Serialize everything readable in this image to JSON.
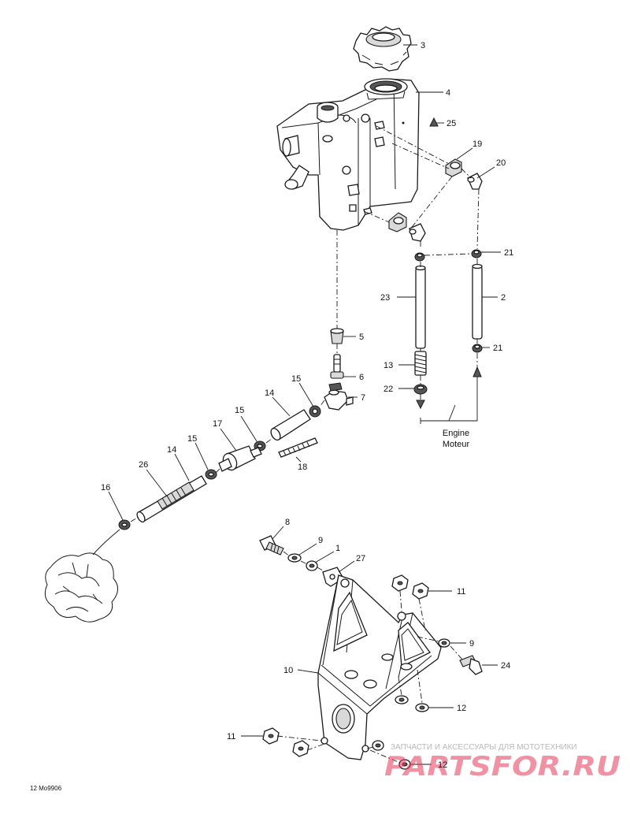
{
  "callouts": {
    "c3": "3",
    "c4": "4",
    "c25": "25",
    "c19": "19",
    "c20": "20",
    "c21a": "21",
    "c23": "23",
    "c2": "2",
    "c21b": "21",
    "c13": "13",
    "c22": "22",
    "c5": "5",
    "c6": "6",
    "c7": "7",
    "c15a": "15",
    "c14a": "14",
    "c15b": "15",
    "c17": "17",
    "c18": "18",
    "c15c": "15",
    "c14b": "14",
    "c26": "26",
    "c16": "16",
    "c8": "8",
    "c9a": "9",
    "c1": "1",
    "c27": "27",
    "c11a": "11",
    "c9b": "9",
    "c24": "24",
    "c10": "10",
    "c12a": "12",
    "c11b": "11",
    "c12b": "12"
  },
  "engine_label": {
    "line1": "Engine",
    "line2": "Moteur"
  },
  "drawing_code": "12 Mo9906",
  "watermark": {
    "text": "ЗАПЧАСТИ И АКСЕССУАРЫ ДЛЯ МОТОТЕХНИКИ",
    "logo": "PARTSFOR.RU"
  }
}
